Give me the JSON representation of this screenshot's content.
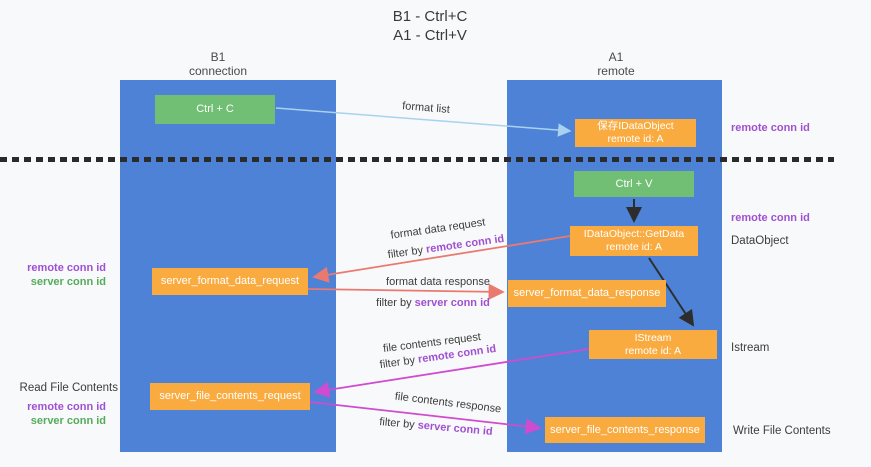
{
  "title": {
    "line1": "B1 - Ctrl+C",
    "line2": "A1 - Ctrl+V"
  },
  "lanes": {
    "left": {
      "name": "B1",
      "role": "connection"
    },
    "right": {
      "name": "A1",
      "role": "remote"
    }
  },
  "nodes": {
    "ctrl_c": {
      "label": "Ctrl + C"
    },
    "save_idataobject": {
      "line1": "保存IDataObject",
      "line2": "remote id: A"
    },
    "ctrl_v": {
      "label": "Ctrl + V"
    },
    "getdata": {
      "line1": "IDataObject::GetData",
      "line2": "remote id: A"
    },
    "format_request": {
      "label": "server_format_data_request"
    },
    "format_response": {
      "label": "server_format_data_response"
    },
    "istream": {
      "line1": "IStream",
      "line2": "remote id: A"
    },
    "file_request": {
      "label": "server_file_contents_request"
    },
    "file_response": {
      "label": "server_file_contents_response"
    }
  },
  "side_labels": {
    "left": {
      "format_remote": "remote conn id",
      "format_server": "server conn id",
      "read_file": "Read File Contents",
      "file_remote": "remote conn id",
      "file_server": "server conn id"
    },
    "right": {
      "top_remote": "remote conn id",
      "mid_remote": "remote conn id",
      "dataobject": "DataObject",
      "istream": "Istream",
      "write_file": "Write File Contents"
    }
  },
  "flow_labels": {
    "format_list": "format list",
    "format_request": {
      "text": "format data request",
      "filter_prefix": "filter by ",
      "filter_key": "remote conn id"
    },
    "format_response": {
      "text": "format data response",
      "filter_prefix": "filter by ",
      "filter_key": "server conn id"
    },
    "file_request": {
      "text": "file contents request",
      "filter_prefix": "filter by ",
      "filter_key": "remote conn id"
    },
    "file_response": {
      "text": "file contents response",
      "filter_prefix": "filter by ",
      "filter_key": "server conn id"
    }
  },
  "colors": {
    "lane_blue": "#4d82d6",
    "box_green": "#71bf74",
    "box_orange": "#f9ab40",
    "arrow_light_blue": "#a8d2f0",
    "arrow_salmon": "#ea7a70",
    "arrow_magenta": "#cf4bcf",
    "arrow_black": "#2d2d2d",
    "label_purple": "#a050d2",
    "label_green": "#55ab5a",
    "text_dark": "#3c3c3c"
  }
}
